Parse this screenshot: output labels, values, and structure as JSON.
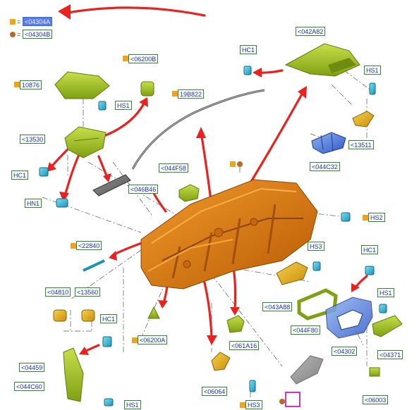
{
  "legend": [
    {
      "marker": "square",
      "color": "#f0a319",
      "text": "<04304A",
      "highlight": true
    },
    {
      "marker": "circle",
      "color": "#b66a25",
      "text": "<04304B",
      "highlight": false
    }
  ],
  "legend_eq": "=",
  "labels": {
    "l042A82": "<042A82",
    "l06200B": "<06200B",
    "l10876": "10876",
    "lHC1_top": "HC1",
    "lHS1_a": "HS1",
    "lHS1_b": "HS1",
    "l19B822": "19B822",
    "l13530": "<13530",
    "l13511": "<13511",
    "lHC1_left": "HC1",
    "l044F58": "<044F58",
    "l044C32": "<044C32",
    "l046B46": "<046B46",
    "lHN1": "HN1",
    "lHS2": "HS2",
    "l22840": "<22840",
    "lHS3_top": "HS3",
    "lHC1_right": "HC1",
    "l04810": "<04810",
    "l13560": "<13560",
    "l043A88": "<043A88",
    "lHS1_right": "HS1",
    "lHC1_mid": "HC1",
    "l06200A": "<06200A",
    "l044F80": "<044F80",
    "l061A16": "<061A16",
    "l04302": "<04302",
    "l04371": "<04371",
    "l04459": "<04459",
    "l044C60": "<044C60",
    "l06064": "<06064",
    "l06003": "<06003",
    "lHS1_bottom": "HS1",
    "lHS3_bottom": "HS3"
  },
  "colors": {
    "part_green": "#a6c81e",
    "part_orange": "#e27a10",
    "part_blue": "#3c6ed8",
    "part_cyan": "#33b8d8",
    "part_yellow": "#e6b21c",
    "arrow_red": "#e8231f",
    "label_border": "#2b8a2b",
    "label_text": "#1a2fb0"
  }
}
